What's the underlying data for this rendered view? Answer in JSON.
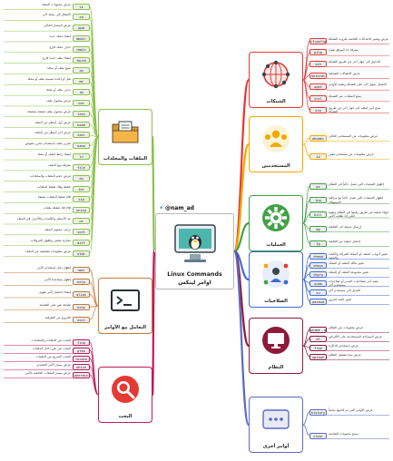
{
  "center": {
    "title_en": "Linux Commands",
    "title_ar": "اوامر لينكس"
  },
  "author": {
    "handle": "@nam_ad"
  },
  "branches": [
    {
      "id": "network",
      "label": "الشبكات",
      "color": "#e53935",
      "icon": "globe-network-icon",
      "side": "right",
      "items": [
        {
          "cmd": "ifconfig",
          "desc": "عرض وتغيير الاعدادات الخاصة بكروت الشبكة"
        },
        {
          "cmd": "ping",
          "desc": "معرفة اذا الموقع يعمل"
        },
        {
          "cmd": "ssh",
          "desc": "الدخول إلى جهاز اخر عن طريق الشبكة"
        },
        {
          "cmd": "netstat",
          "desc": "عرض الاتصالات الشبكية"
        },
        {
          "cmd": "wget",
          "desc": "الاتصال بجهاز آخر على الشبكة وتنفيذ الأوامر"
        },
        {
          "cmd": "curl",
          "desc": "نسخ الملفات عبر الشبكة"
        },
        {
          "cmd": "scp",
          "desc": "نسخ آمن لملف الى جهاز اخر عن طريق الشبكة"
        }
      ]
    },
    {
      "id": "users",
      "label": "المستخدمين",
      "color": "#f2a900",
      "icon": "users-icon",
      "side": "right",
      "items": [
        {
          "cmd": "whoami",
          "desc": "عرض معلومات عن المستخدم الحالي"
        },
        {
          "cmd": "id",
          "desc": "عرض معلومات عن مستخدم معين"
        }
      ]
    },
    {
      "id": "processes",
      "label": "العمليات",
      "color": "#43a047",
      "icon": "gear-icon",
      "side": "right",
      "items": [
        {
          "cmd": "ps",
          "desc": "إظهار العمليات التي تعمل حالياً في النظام"
        },
        {
          "cmd": "top",
          "desc": "إظهار العمليات التي تعمل حالياً مع مراقبة الاستهلاك"
        },
        {
          "cmd": "kill",
          "desc": "إنهاء عملية عن طريق رقمها في النظام وبقوة اعلى إذا تطلب الأمر"
        },
        {
          "cmd": "bg",
          "desc": "إرسال عملية الى الخلفية"
        },
        {
          "cmd": "fg",
          "desc": "إحضار عملية من الخلفية"
        }
      ]
    },
    {
      "id": "permissions",
      "label": "الصلاحيات",
      "color": "#3f6ad8",
      "icon": "permissions-icon",
      "side": "right",
      "items": [
        {
          "cmd": "chmod",
          "desc": "تغيير أذونات الملف أو المجلد للقراءة والكتابة والتنفيذ"
        },
        {
          "cmd": "chown",
          "desc": "تغيير مالك الملف أو المجلد"
        },
        {
          "cmd": "chgrp",
          "desc": "تغيير مجموعة الملف أو المجلد"
        },
        {
          "cmd": "sudo",
          "desc": "تنفيذ أمر بصلاحيات المدير أو صلاحيات مستخدم آخر"
        },
        {
          "cmd": "su",
          "desc": "التبديل إلى مستخدم آخر"
        },
        {
          "cmd": "passwd",
          "desc": "تغيير كلمة المرور"
        }
      ]
    },
    {
      "id": "system",
      "label": "النظام",
      "color": "#8e1a3a",
      "icon": "monitor-icon",
      "side": "right",
      "items": [
        {
          "cmd": "uname -a",
          "desc": "عرض معلومات عن النظام"
        },
        {
          "cmd": "df",
          "desc": "عرض المساحة المستخدمة على الأقراص"
        },
        {
          "cmd": "free",
          "desc": "عرض استخدام الذاكرة"
        },
        {
          "cmd": "uptime",
          "desc": "عرض مدة تشغيل النظام"
        }
      ]
    },
    {
      "id": "other",
      "label": "أوامر أخرى",
      "color": "#5c6bc0",
      "icon": "more-dots-icon",
      "side": "right",
      "items": [
        {
          "cmd": "history",
          "desc": "عرض الأوامر التي تم كتابتها سابقاً"
        },
        {
          "cmd": "clear",
          "desc": "مسح محتويات الشاشة"
        }
      ]
    },
    {
      "id": "files",
      "label": "الملفات والمجلدات",
      "color": "#8bc34a",
      "icon": "folder-document-icon",
      "side": "left",
      "items": [
        {
          "cmd": "ls",
          "desc": "عرض محتويات المجلد"
        },
        {
          "cmd": "cd",
          "desc": "الانتقال إلى مجلد آخر"
        },
        {
          "cmd": "pwd",
          "desc": "عرض المسار الحالي"
        },
        {
          "cmd": "mkdir",
          "desc": "إنشاء مجلد جديد"
        },
        {
          "cmd": "rmdir",
          "desc": "حذف مجلد فارغ"
        },
        {
          "cmd": "touch",
          "desc": "إنشاء ملف جديد فارغ"
        },
        {
          "cmd": "cp",
          "desc": "نسخ ملف أو مجلد"
        },
        {
          "cmd": "mv",
          "desc": "نقل أو إعادة تسمية ملف أو مجلد"
        },
        {
          "cmd": "rm",
          "desc": "حذف ملف أو مجلد"
        },
        {
          "cmd": "cat",
          "desc": "عرض محتوى ملف"
        },
        {
          "cmd": "less",
          "desc": "عرض محتوى ملف صفحة بصفحة"
        },
        {
          "cmd": "head",
          "desc": "عرض أول أسطر من الملف"
        },
        {
          "cmd": "tail",
          "desc": "عرض آخر أسطر من الملف"
        },
        {
          "cmd": "nano",
          "desc": "تحرير ملف باستخدام محرر نصوص"
        },
        {
          "cmd": "ln",
          "desc": "إنشاء رابط لملف أو مجلد"
        },
        {
          "cmd": "file",
          "desc": "معرفة نوع الملف"
        },
        {
          "cmd": "du",
          "desc": "عرض حجم الملفات والمجلدات"
        },
        {
          "cmd": "tar",
          "desc": "ضغط وفك ضغط الملفات"
        },
        {
          "cmd": "zip",
          "desc": "ضغط الملفات بصيغة zip"
        },
        {
          "cmd": "unzip",
          "desc": "فك ضغط ملفات zip"
        },
        {
          "cmd": "wc",
          "desc": "عد الأسطر والكلمات والأحرف في الملف"
        },
        {
          "cmd": "sort",
          "desc": "ترتيب محتوى الملف"
        },
        {
          "cmd": "diff",
          "desc": "مقارنة ملفين وإظهار الفروقات"
        },
        {
          "cmd": "stat",
          "desc": "عرض معلومات تفصيلية عن الملف"
        }
      ]
    },
    {
      "id": "terminal",
      "label": "التعامل مع الأوامر",
      "color": "#c17a3a",
      "icon": "terminal-icon",
      "side": "left",
      "items": [
        {
          "cmd": "man",
          "desc": "إظهار دليل استخدام الأمر"
        },
        {
          "cmd": "help",
          "desc": "إظهار مساعدة الأمر"
        },
        {
          "cmd": "alias",
          "desc": "إنشاء اختصار لأمر طويل"
        },
        {
          "cmd": "echo",
          "desc": "طباعة نص على الشاشة"
        },
        {
          "cmd": "exit",
          "desc": "الخروج من الطرفية"
        }
      ]
    },
    {
      "id": "search",
      "label": "البحث",
      "color": "#c2185b",
      "icon": "magnifier-icon",
      "side": "left",
      "items": [
        {
          "cmd": "find",
          "desc": "البحث عن الملفات والمجلدات"
        },
        {
          "cmd": "grep",
          "desc": "البحث عن نص داخل الملفات"
        },
        {
          "cmd": "locate",
          "desc": "البحث السريع عن الملفات"
        },
        {
          "cmd": "which",
          "desc": "عرض مسار الأمر التنفيذي"
        },
        {
          "cmd": "whereis",
          "desc": "عرض مسار الملفات الخاصة بالأمر"
        }
      ]
    }
  ]
}
